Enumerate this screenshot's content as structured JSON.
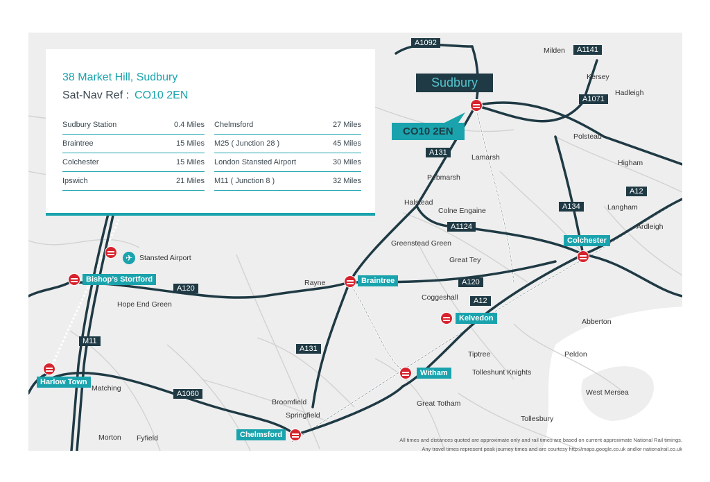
{
  "info_panel": {
    "address": "38 Market Hill, Sudbury",
    "satnav_label": "Sat-Nav Ref :",
    "satnav_code": "CO10 2EN",
    "left_rows": [
      {
        "place": "Sudbury Station",
        "distance": "0.4 Miles"
      },
      {
        "place": "Braintree",
        "distance": "15 Miles"
      },
      {
        "place": "Colchester",
        "distance": "15 Miles"
      },
      {
        "place": "Ipswich",
        "distance": "21 Miles"
      }
    ],
    "right_rows": [
      {
        "place": "Chelmsford",
        "distance": "27 Miles"
      },
      {
        "place": "M25 ( Junction 28 )",
        "distance": "45 Miles"
      },
      {
        "place": "London Stansted Airport",
        "distance": "30 Miles"
      },
      {
        "place": "M11 ( Junction 8 )",
        "distance": "32 Miles"
      }
    ]
  },
  "target": {
    "town": "Sudbury",
    "postcode": "CO10 2EN"
  },
  "places": {
    "milden": "Milden",
    "kersey": "Kersey",
    "hadleigh": "Hadleigh",
    "polstead": "Polstead",
    "higham": "Higham",
    "langham": "Langham",
    "ardleigh": "Ardleigh",
    "lamarsh": "Lamarsh",
    "pebmarsh": "Pebmarsh",
    "halstead": "Halstead",
    "colne_engaine": "Colne Engaine",
    "greenstead_green": "Greenstead Green",
    "great_tey": "Great Tey",
    "stansted_airport": "Stansted Airport",
    "rayne": "Rayne",
    "hope_end_green": "Hope End Green",
    "coggeshall": "Coggeshall",
    "abberton": "Abberton",
    "tiptree": "Tiptree",
    "tolleshunt_knights": "Tolleshunt Knights",
    "peldon": "Peldon",
    "matching": "Matching",
    "west_mersea": "West Mersea",
    "broomfield": "Broomfield",
    "springfield": "Springfield",
    "great_totham": "Great Totham",
    "tollesbury": "Tollesbury",
    "morton": "Morton",
    "fyfield": "Fyfield"
  },
  "roads": {
    "a1092": "A1092",
    "a1141": "A1141",
    "a1071": "A1071",
    "a131_north": "A131",
    "a12_east": "A12",
    "a134": "A134",
    "a1124": "A1124",
    "a120_west": "A120",
    "a120_east": "A120",
    "a12_mid": "A12",
    "m11": "M11",
    "a131_south": "A131",
    "a1060": "A1060"
  },
  "stations": {
    "colchester": "Colchester",
    "bishops_stortford": "Bishop’s Stortford",
    "braintree": "Braintree",
    "kelvedon": "Kelvedon",
    "harlow_town": "Harlow Town",
    "witham": "Witham",
    "chelmsford": "Chelmsford"
  },
  "footnote": {
    "line1": "All times and distances quoted are approximate only and rail times are based on current approximate National Rail timings.",
    "line2": "Any travel times represent peak journey times and are courtesy http://maps.google.co.uk and/or nationalrail.co.uk"
  },
  "colors": {
    "road": "#1f3a44",
    "accent": "#1aa3ad",
    "rail": "#d7232d",
    "land": "#eeeeee",
    "water": "#ffffff"
  }
}
